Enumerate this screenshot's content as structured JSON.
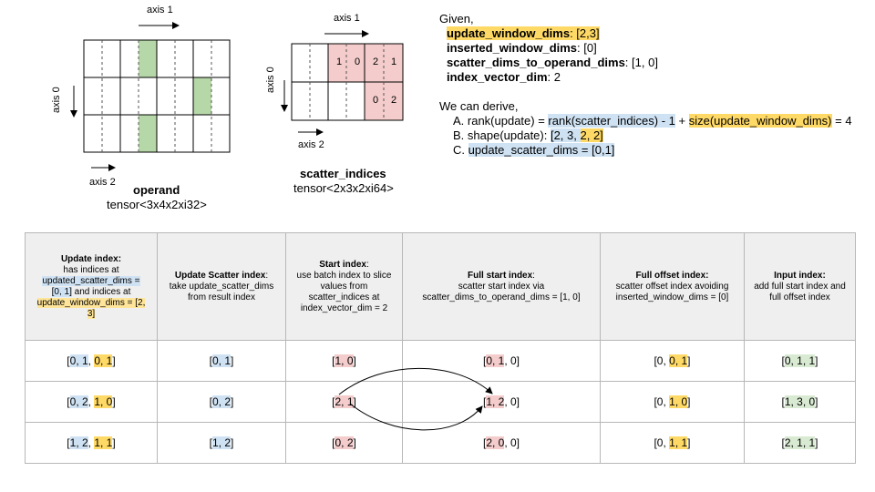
{
  "operand": {
    "axis1_label": "axis 1",
    "axis0_label": "axis 0",
    "axis2_label": "axis 2",
    "name": "operand",
    "type": "tensor<3x4x2xi32>"
  },
  "scatter_indices": {
    "axis1_label": "axis 1",
    "axis0_label": "axis 0",
    "axis2_label": "axis 2",
    "name": "scatter_indices",
    "type": "tensor<2x3x2xi64>",
    "cells": [
      "1",
      "0",
      "2",
      "1",
      "0",
      "2"
    ]
  },
  "given": {
    "heading": "Given,",
    "lines": [
      {
        "key": "update_window_dims",
        "value": ": [2,3]"
      },
      {
        "key": "inserted_window_dims",
        "value": ": [0]"
      },
      {
        "key": "scatter_dims_to_operand_dims",
        "value": ": [1, 0]"
      },
      {
        "key": "index_vector_dim",
        "value": ": 2"
      }
    ]
  },
  "derive": {
    "heading": "We can derive,",
    "a_prefix": "A. rank(update) = ",
    "a_blue": "rank(scatter_indices) - 1",
    "a_mid": " + ",
    "a_orange": "size(update_window_dims)",
    "a_suffix": " = 4",
    "b_prefix": "B. shape(update): ",
    "b_blue": "[2, 3, ",
    "b_orange": "2, 2]",
    "c_prefix": "C. ",
    "c_blue": "update_scatter_dims = [0,1]"
  },
  "table": {
    "headers": {
      "update_index": {
        "title": "Update index:",
        "l1": "has indices at",
        "l2": "updated_scatter_dims =",
        "l3": "[0, 1]",
        "l4": " and indices at",
        "l5": "update_window_dims = [2,",
        "l6": "3]"
      },
      "update_scatter": {
        "title": "Update Scatter index",
        "colon": ":",
        "body": "take update_scatter_dims from result index"
      },
      "start": {
        "title": "Start index",
        "colon": ":",
        "body": "use batch index to slice values from scatter_indices at index_vector_dim = 2"
      },
      "full_start": {
        "title": "Full start index",
        "colon": ":",
        "body": "scatter start index via scatter_dims_to_operand_dims = [1, 0]"
      },
      "full_offset": {
        "title": "Full offset index:",
        "body": "scatter offset index avoiding inserted_window_dims = [0]"
      },
      "input": {
        "title": "Input index:",
        "body": "add full start index and full offset index"
      }
    },
    "rows": [
      {
        "update_index": {
          "open": "[",
          "blue": "0, 1",
          "sep": ", ",
          "orange": "0, 1",
          "close": "]"
        },
        "update_scatter": {
          "open": "[",
          "blue": "0, 1",
          "close": "]"
        },
        "start": {
          "open": "[",
          "red": "1, 0",
          "close": "]"
        },
        "full_start": {
          "open": "[",
          "red": "0, 1",
          "rest": ", 0]"
        },
        "full_offset": {
          "pre": "[0, ",
          "orange": "0, 1",
          "close": "]"
        },
        "input": {
          "open": "[",
          "green": "0, 1, 1",
          "close": "]"
        }
      },
      {
        "update_index": {
          "open": "[",
          "blue": "0, 2",
          "sep": ", ",
          "orange": "1, 0",
          "close": "]"
        },
        "update_scatter": {
          "open": "[",
          "blue": "0, 2",
          "close": "]"
        },
        "start": {
          "open": "[",
          "red": "2, 1",
          "close": "]"
        },
        "full_start": {
          "open": "[",
          "red": "1, 2",
          "rest": ", 0]"
        },
        "full_offset": {
          "pre": "[0, ",
          "orange": "1, 0",
          "close": "]"
        },
        "input": {
          "open": "[",
          "green": "1, 3, 0",
          "close": "]"
        }
      },
      {
        "update_index": {
          "open": "[",
          "blue": "1, 2",
          "sep": ", ",
          "orange": "1, 1",
          "close": "]"
        },
        "update_scatter": {
          "open": "[",
          "blue": "1, 2",
          "close": "]"
        },
        "start": {
          "open": "[",
          "red": "0, 2",
          "close": "]"
        },
        "full_start": {
          "open": "[",
          "red": "2, 0",
          "rest": ", 0]"
        },
        "full_offset": {
          "pre": "[0, ",
          "orange": "1, 1",
          "close": "]"
        },
        "input": {
          "open": "[",
          "green": "2, 1, 1",
          "close": "]"
        }
      }
    ]
  },
  "colors": {
    "blue": "#cfe2f3",
    "orange": "#ffd966",
    "red": "#f4cccc",
    "green_cell": "#b6d7a8",
    "green": "#d9ead3",
    "header_bg": "#efefef"
  }
}
